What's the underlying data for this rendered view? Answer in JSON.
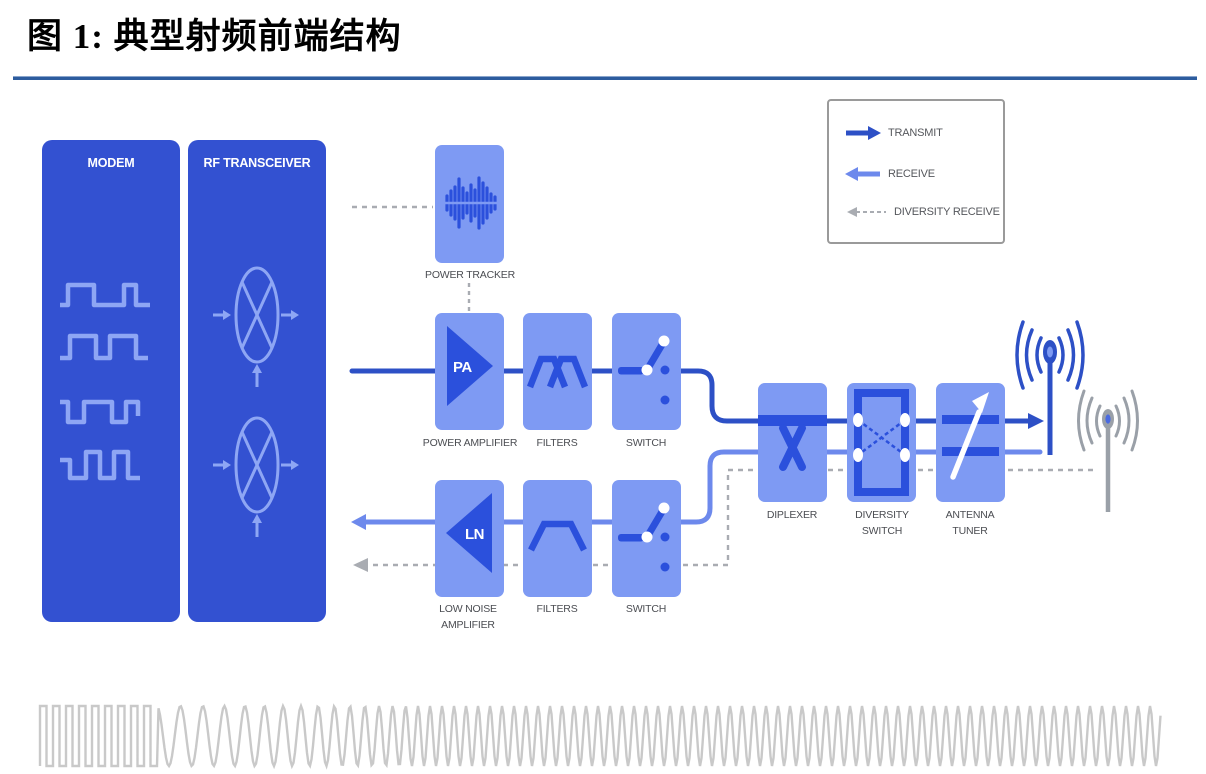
{
  "figure": {
    "title": "图 1: 典型射频前端结构"
  },
  "legend": {
    "items": [
      {
        "label": "TRANSMIT"
      },
      {
        "label": "RECEIVE"
      },
      {
        "label": "DIVERSITY RECEIVE"
      }
    ]
  },
  "blocks": {
    "modem": "MODEM",
    "rf_transceiver": "RF TRANSCEIVER",
    "power_tracker": "POWER TRACKER",
    "power_amplifier": "POWER AMPLIFIER",
    "pa_abbrev": "PA",
    "filters_tx": "FILTERS",
    "switch_tx": "SWITCH",
    "low_noise_line1": "LOW NOISE",
    "low_noise_line2": "AMPLIFIER",
    "ln_abbrev": "LN",
    "filters_rx": "FILTERS",
    "switch_rx": "SWITCH",
    "diplexer": "DIPLEXER",
    "diversity_line1": "DIVERSITY",
    "diversity_line2": "SWITCH",
    "tuner_line1": "ANTENNA",
    "tuner_line2": "TUNER"
  },
  "colors": {
    "panel-blue": "#3351d1",
    "panel-stroke": "#8ea6f4",
    "block-blue": "#7e9af3",
    "icon-blue": "#2b50dc",
    "tx-line": "#2d50c6",
    "rx-line": "#6d89ec",
    "dash-gray": "#a9acb2",
    "label-gray": "#4b4d52",
    "legend-border": "#9a9a9a",
    "legend-text": "#55575c",
    "wave-gray": "#c9c9c9",
    "antenna-gray": "#9aa0a8",
    "antenna-dot": "#4a6ae0",
    "rule-blue": "#2d5c9e"
  },
  "waveform": {
    "square_from": 40,
    "square_cycles": 9,
    "square_period": 13,
    "sine_to": 1160,
    "period_start": 24,
    "period_end": 12,
    "chirp_end": 420,
    "mid": 48,
    "amplitude": 30
  }
}
